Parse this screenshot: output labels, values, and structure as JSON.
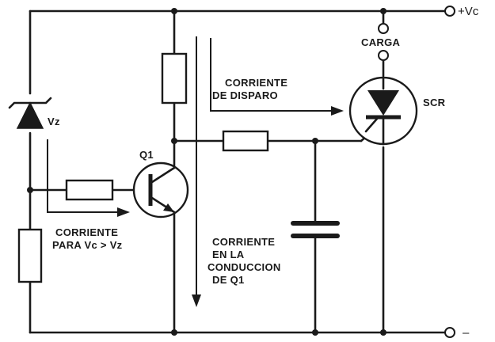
{
  "labels": {
    "supply_positive": "+Vc",
    "supply_negative": "–",
    "load": "CARGA",
    "scr": "SCR",
    "zener": "Vz",
    "transistor": "Q1",
    "trigger_current": [
      "CORRIENTE",
      "DE DISPARO"
    ],
    "zener_current": [
      "CORRIENTE",
      "PARA Vc > Vz"
    ],
    "q1_current": [
      "CORRIENTE",
      "EN LA",
      "CONDUCCION",
      "DE Q1"
    ]
  }
}
